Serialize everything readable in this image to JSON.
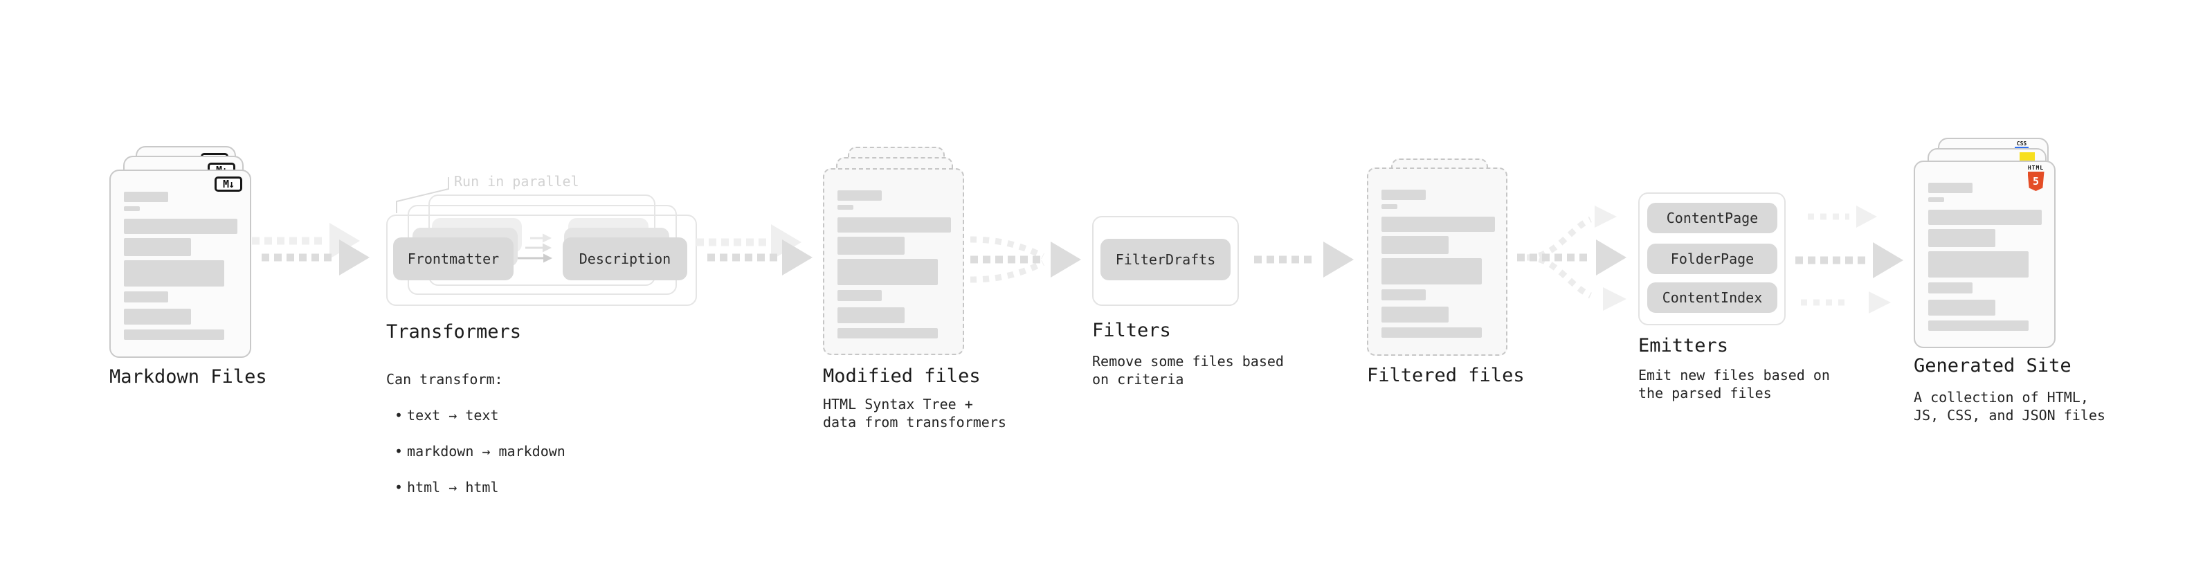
{
  "stages": {
    "markdown_files": {
      "label": "Markdown Files",
      "badge": "M↓"
    },
    "transformers": {
      "label": "Transformers",
      "note": "Run in parallel",
      "pill_source": "Frontmatter",
      "pill_target": "Description",
      "subtitle": "Can transform:",
      "bullet_char": "•",
      "bullets": [
        "text → text",
        "markdown → markdown",
        "html → html"
      ]
    },
    "modified_files": {
      "label": "Modified files",
      "subtitle": "HTML Syntax Tree +\ndata from transformers"
    },
    "filters": {
      "label": "Filters",
      "pill": "FilterDrafts",
      "subtitle": "Remove some files based\non criteria"
    },
    "filtered_files": {
      "label": "Filtered files"
    },
    "emitters": {
      "label": "Emitters",
      "pills": [
        "ContentPage",
        "FolderPage",
        "ContentIndex"
      ],
      "subtitle": "Emit new files based on\nthe parsed files"
    },
    "generated_site": {
      "label": "Generated Site",
      "subtitle": "A collection of HTML,\nJS, CSS, and JSON files",
      "file_type_badges": {
        "css_label": "CSS",
        "html_word": "HTML",
        "html_number": "5"
      }
    }
  },
  "colors": {
    "html5_orange": "#e44d26",
    "js_yellow": "#f7df1e",
    "css_blue": "#2e6ff2",
    "arrow_gray": "#dcdcdc",
    "arrow_faint": "#efefef",
    "card_border": "#c9c9c9",
    "placeholder_bar": "#d9d9d9"
  }
}
